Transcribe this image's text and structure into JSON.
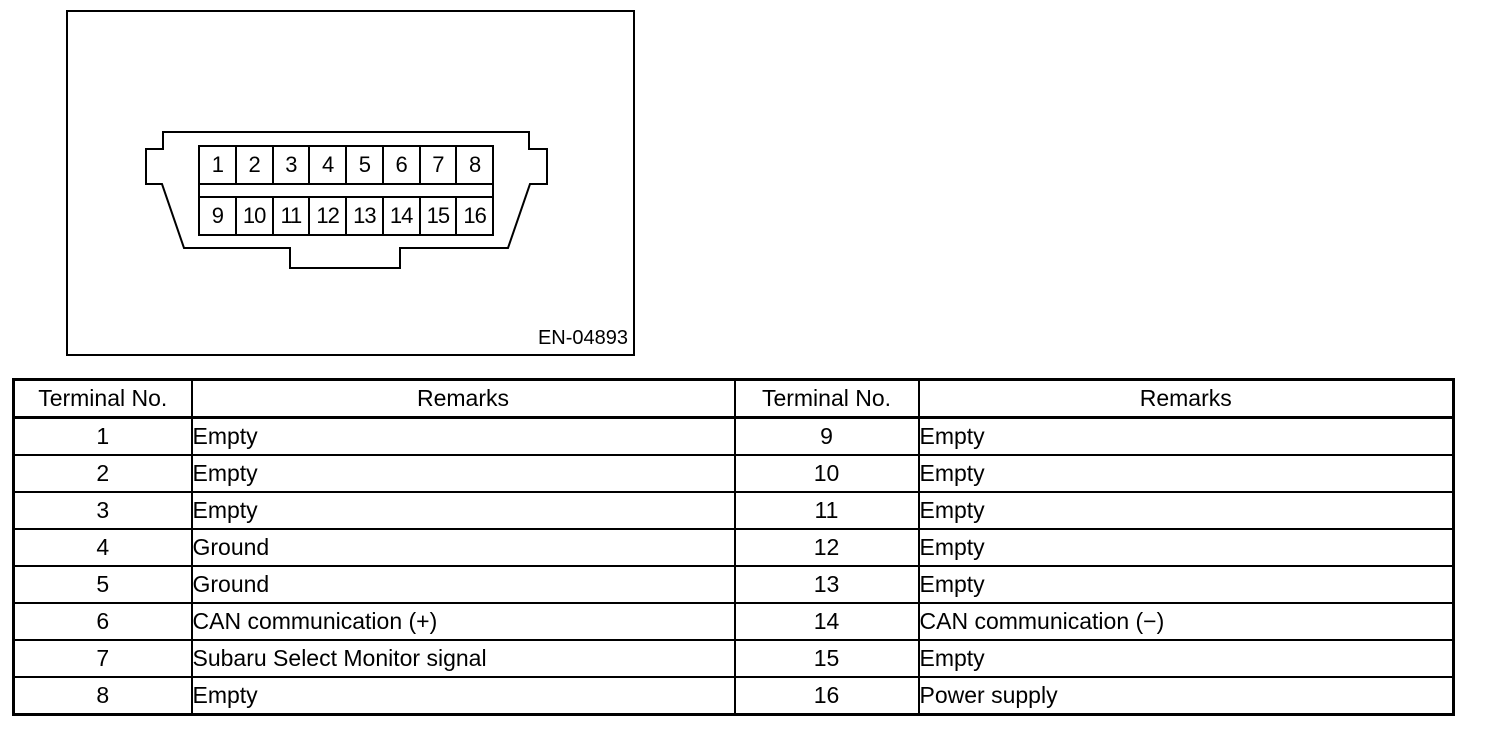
{
  "figure": {
    "code": "EN-04893",
    "connector": {
      "top_row_pins": [
        "1",
        "2",
        "3",
        "4",
        "5",
        "6",
        "7",
        "8"
      ],
      "bottom_row_pins": [
        "9",
        "10",
        "11",
        "12",
        "13",
        "14",
        "15",
        "16"
      ]
    }
  },
  "table": {
    "headers": {
      "terminal": "Terminal No.",
      "remarks": "Remarks"
    },
    "rows": [
      {
        "left_no": "1",
        "left_remark": "Empty",
        "right_no": "9",
        "right_remark": "Empty"
      },
      {
        "left_no": "2",
        "left_remark": "Empty",
        "right_no": "10",
        "right_remark": "Empty"
      },
      {
        "left_no": "3",
        "left_remark": "Empty",
        "right_no": "11",
        "right_remark": "Empty"
      },
      {
        "left_no": "4",
        "left_remark": "Ground",
        "right_no": "12",
        "right_remark": "Empty"
      },
      {
        "left_no": "5",
        "left_remark": "Ground",
        "right_no": "13",
        "right_remark": "Empty"
      },
      {
        "left_no": "6",
        "left_remark": "CAN communication (+)",
        "right_no": "14",
        "right_remark": "CAN communication (−)"
      },
      {
        "left_no": "7",
        "left_remark": "Subaru Select Monitor signal",
        "right_no": "15",
        "right_remark": "Empty"
      },
      {
        "left_no": "8",
        "left_remark": "Empty",
        "right_no": "16",
        "right_remark": "Power supply"
      }
    ]
  }
}
